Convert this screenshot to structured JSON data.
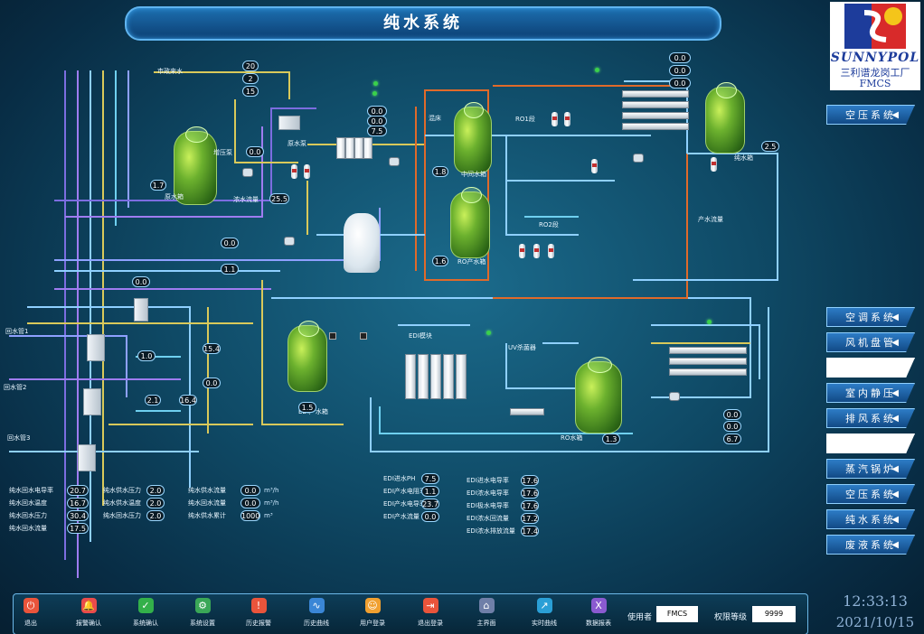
{
  "title": "纯水系统",
  "logo": {
    "brand": "SUNNYPOL",
    "cn": "三利谱龙岗工厂",
    "sub": "FMCS"
  },
  "nav_top": {
    "label": "空压系统"
  },
  "nav": [
    {
      "label": "空调系统"
    },
    {
      "label": "风机盘管"
    },
    {
      "label": ""
    },
    {
      "label": "室内静压"
    },
    {
      "label": "排风系统"
    },
    {
      "label": ""
    },
    {
      "label": "蒸汽锅炉"
    },
    {
      "label": "空压系统"
    },
    {
      "label": "纯水系统"
    },
    {
      "label": "废液系统"
    }
  ],
  "fields": {
    "f_20": "20",
    "f_2": "2",
    "f_15": "15",
    "f_00a": "0.0",
    "f_00b": "0.0",
    "f_00c": "0.0",
    "f_75a": "7.5",
    "f_00d": "0.0",
    "f_25": "25.5",
    "f_0": "0.0",
    "f_11": "1.1",
    "f_0b": "0.0",
    "f_10": "1.0",
    "f_154": "15.4",
    "f_21": "2.1",
    "f_164": "16.4",
    "f_17": "1.7",
    "f_18": "1.8",
    "f_16": "1.6",
    "f_15b": "1.5",
    "f_13": "1.3",
    "f_top1": "0.0",
    "f_top2": "0.0",
    "f_top3": "0.0",
    "f_25r": "2.5",
    "f_br1": "0.0",
    "f_br2": "0.0",
    "f_br3": "6.7"
  },
  "bottom_left": [
    {
      "l": "纯水回水电导率",
      "v": "20.7"
    },
    {
      "l": "纯水回水温度",
      "v": "16.7"
    },
    {
      "l": "纯水回水压力",
      "v": "30.4"
    },
    {
      "l": "纯水回水流量",
      "v": "17.5"
    }
  ],
  "bottom_mid": [
    {
      "l": "纯水供水压力",
      "v": "2.0"
    },
    {
      "l": "纯水供水温度",
      "v": "2.0"
    },
    {
      "l": "纯水回水压力",
      "v": "2.0"
    }
  ],
  "bottom_mid2": [
    {
      "l": "纯水供水流量",
      "v": "0.0",
      "u": "m³/h"
    },
    {
      "l": "纯水回水流量",
      "v": "0.0",
      "u": "m³/h"
    },
    {
      "l": "纯水供水累计",
      "v": "1000",
      "u": "m³"
    }
  ],
  "edi": [
    {
      "l": "EDI进水PH",
      "v": "7.5"
    },
    {
      "l": "EDI产水电阻率",
      "v": "1.1"
    },
    {
      "l": "EDI产水电导率",
      "v": "23.7"
    },
    {
      "l": "EDI产水流量",
      "v": "0.0"
    }
  ],
  "edi2": [
    {
      "l": "EDI进水电导率",
      "v": "17.6"
    },
    {
      "l": "EDI浓水电导率",
      "v": "17.6"
    },
    {
      "l": "EDI极水电导率",
      "v": "17.6"
    },
    {
      "l": "EDI浓水回流量",
      "v": "17.2"
    },
    {
      "l": "EDI浓水排放流量",
      "v": "17.4"
    }
  ],
  "labels": {
    "city_water": "市政来水",
    "t1": "原水箱",
    "t2": "中间水箱",
    "t3": "RO产水箱",
    "t4": "纯水箱",
    "t5": "EDI产水箱",
    "t6": "RO水箱",
    "ro1": "RO1段",
    "ro2": "RO2段",
    "edi_lbl": "EDI模块",
    "uv": "UV杀菌器",
    "mix": "混床",
    "pump1": "原水泵",
    "pump2": "增压泵",
    "conc": "浓水流量",
    "ptank": "产水流量",
    "ret1": "回水管1",
    "ret2": "回水管2",
    "ret3": "回水管3"
  },
  "toolbar": [
    {
      "label": "退出",
      "color": "#e9543b",
      "icon": "power-icon"
    },
    {
      "label": "报警确认",
      "color": "#e94b4b",
      "icon": "alarm-icon"
    },
    {
      "label": "系统确认",
      "color": "#33b04a",
      "icon": "check-icon"
    },
    {
      "label": "系统设置",
      "color": "#3aa757",
      "icon": "settings-icon"
    },
    {
      "label": "历史报警",
      "color": "#e9543b",
      "icon": "history-alarm-icon"
    },
    {
      "label": "历史曲线",
      "color": "#3a86d6",
      "icon": "curve-icon"
    },
    {
      "label": "用户登录",
      "color": "#f0a030",
      "icon": "user-icon"
    },
    {
      "label": "退出登录",
      "color": "#e9543b",
      "icon": "logout-icon"
    },
    {
      "label": "主界面",
      "color": "#6f7fa8",
      "icon": "home-icon"
    },
    {
      "label": "实时曲线",
      "color": "#2a9fd6",
      "icon": "trend-icon"
    },
    {
      "label": "数据报表",
      "color": "#8a5ad0",
      "icon": "report-icon"
    }
  ],
  "user": {
    "label": "使用者",
    "value": "FMCS"
  },
  "level": {
    "label": "权限等级",
    "value": "9999"
  },
  "clock": {
    "time": "12:33:13",
    "date": "2021/10/15"
  }
}
